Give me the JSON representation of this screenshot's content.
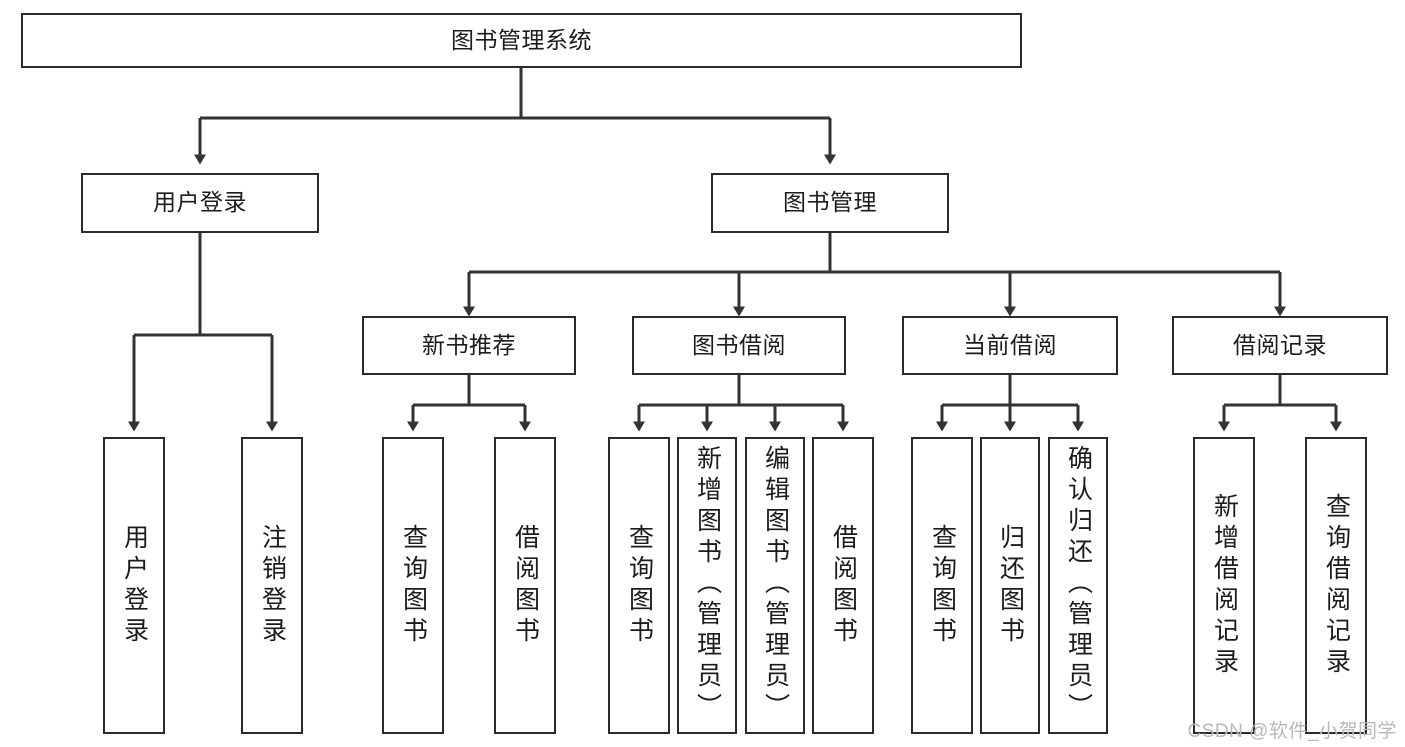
{
  "diagram": {
    "title": "图书管理系统",
    "type": "tree-hierarchy-chart",
    "colors": {
      "box_border": "#2b2b2b",
      "box_fill": "#ffffff",
      "connector": "#333333",
      "text": "#1c1c1c",
      "watermark": "#b9b9b9",
      "background": "#ffffff"
    },
    "root": {
      "label": "图书管理系统"
    },
    "level2": [
      {
        "id": "user-login",
        "label": "用户登录"
      },
      {
        "id": "book-management",
        "label": "图书管理"
      }
    ],
    "level3": [
      {
        "id": "new-book-recommend",
        "label": "新书推荐"
      },
      {
        "id": "book-borrow",
        "label": "图书借阅"
      },
      {
        "id": "current-borrow",
        "label": "当前借阅"
      },
      {
        "id": "borrow-record",
        "label": "借阅记录"
      }
    ],
    "leaves": {
      "user_login": [
        {
          "id": "user-login-leaf",
          "label": "用户登录"
        },
        {
          "id": "logout-leaf",
          "label": "注销登录"
        }
      ],
      "new_book_recommend": [
        {
          "id": "query-book-1",
          "label": "查询图书"
        },
        {
          "id": "borrow-book-1",
          "label": "借阅图书"
        }
      ],
      "book_borrow": [
        {
          "id": "query-book-2",
          "label": "查询图书"
        },
        {
          "id": "add-book-admin",
          "label": "新增图书（管理员）"
        },
        {
          "id": "edit-book-admin",
          "label": "编辑图书（管理员）"
        },
        {
          "id": "borrow-book-2",
          "label": "借阅图书"
        }
      ],
      "current_borrow": [
        {
          "id": "query-book-3",
          "label": "查询图书"
        },
        {
          "id": "return-book",
          "label": "归还图书"
        },
        {
          "id": "confirm-return-admin",
          "label": "确认归还（管理员）"
        }
      ],
      "borrow_record": [
        {
          "id": "add-borrow-record",
          "label": "新增借阅记录"
        },
        {
          "id": "query-borrow-record",
          "label": "查询借阅记录"
        }
      ]
    },
    "watermark": "CSDN @软件_小贺同学"
  }
}
